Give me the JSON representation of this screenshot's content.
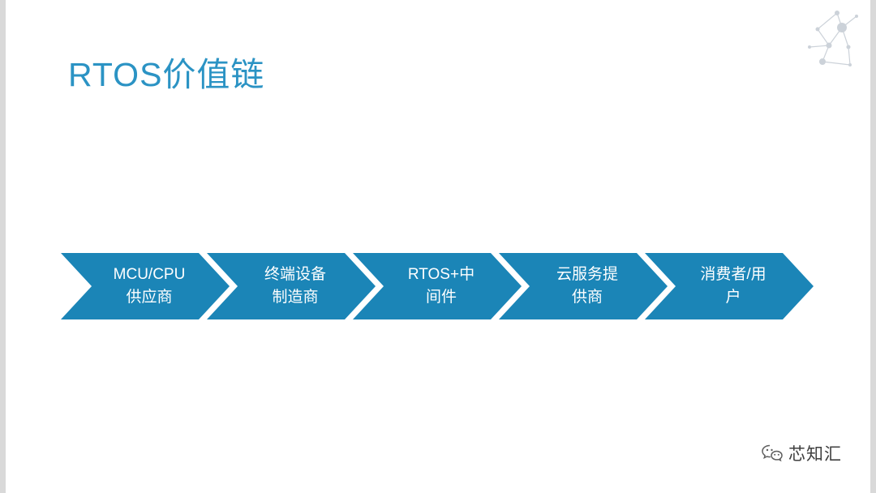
{
  "slide": {
    "title": "RTOS价值链",
    "accent_color": "#1b85b7",
    "title_color": "#2b93c4",
    "background_color": "#ffffff"
  },
  "chevrons": [
    {
      "line1": "MCU/CPU",
      "line2": "供应商"
    },
    {
      "line1": "终端设备",
      "line2": "制造商"
    },
    {
      "line1": "RTOS+中",
      "line2": "间件"
    },
    {
      "line1": "云服务提",
      "line2": "供商"
    },
    {
      "line1": "消费者/用",
      "line2": "户"
    }
  ],
  "brand": {
    "name": "芯知汇",
    "icon": "wechat-chat-bubbles-icon",
    "color": "#3f3f3f"
  },
  "decoration": {
    "icon": "network-graph-icon",
    "color": "#ccd2d9"
  }
}
